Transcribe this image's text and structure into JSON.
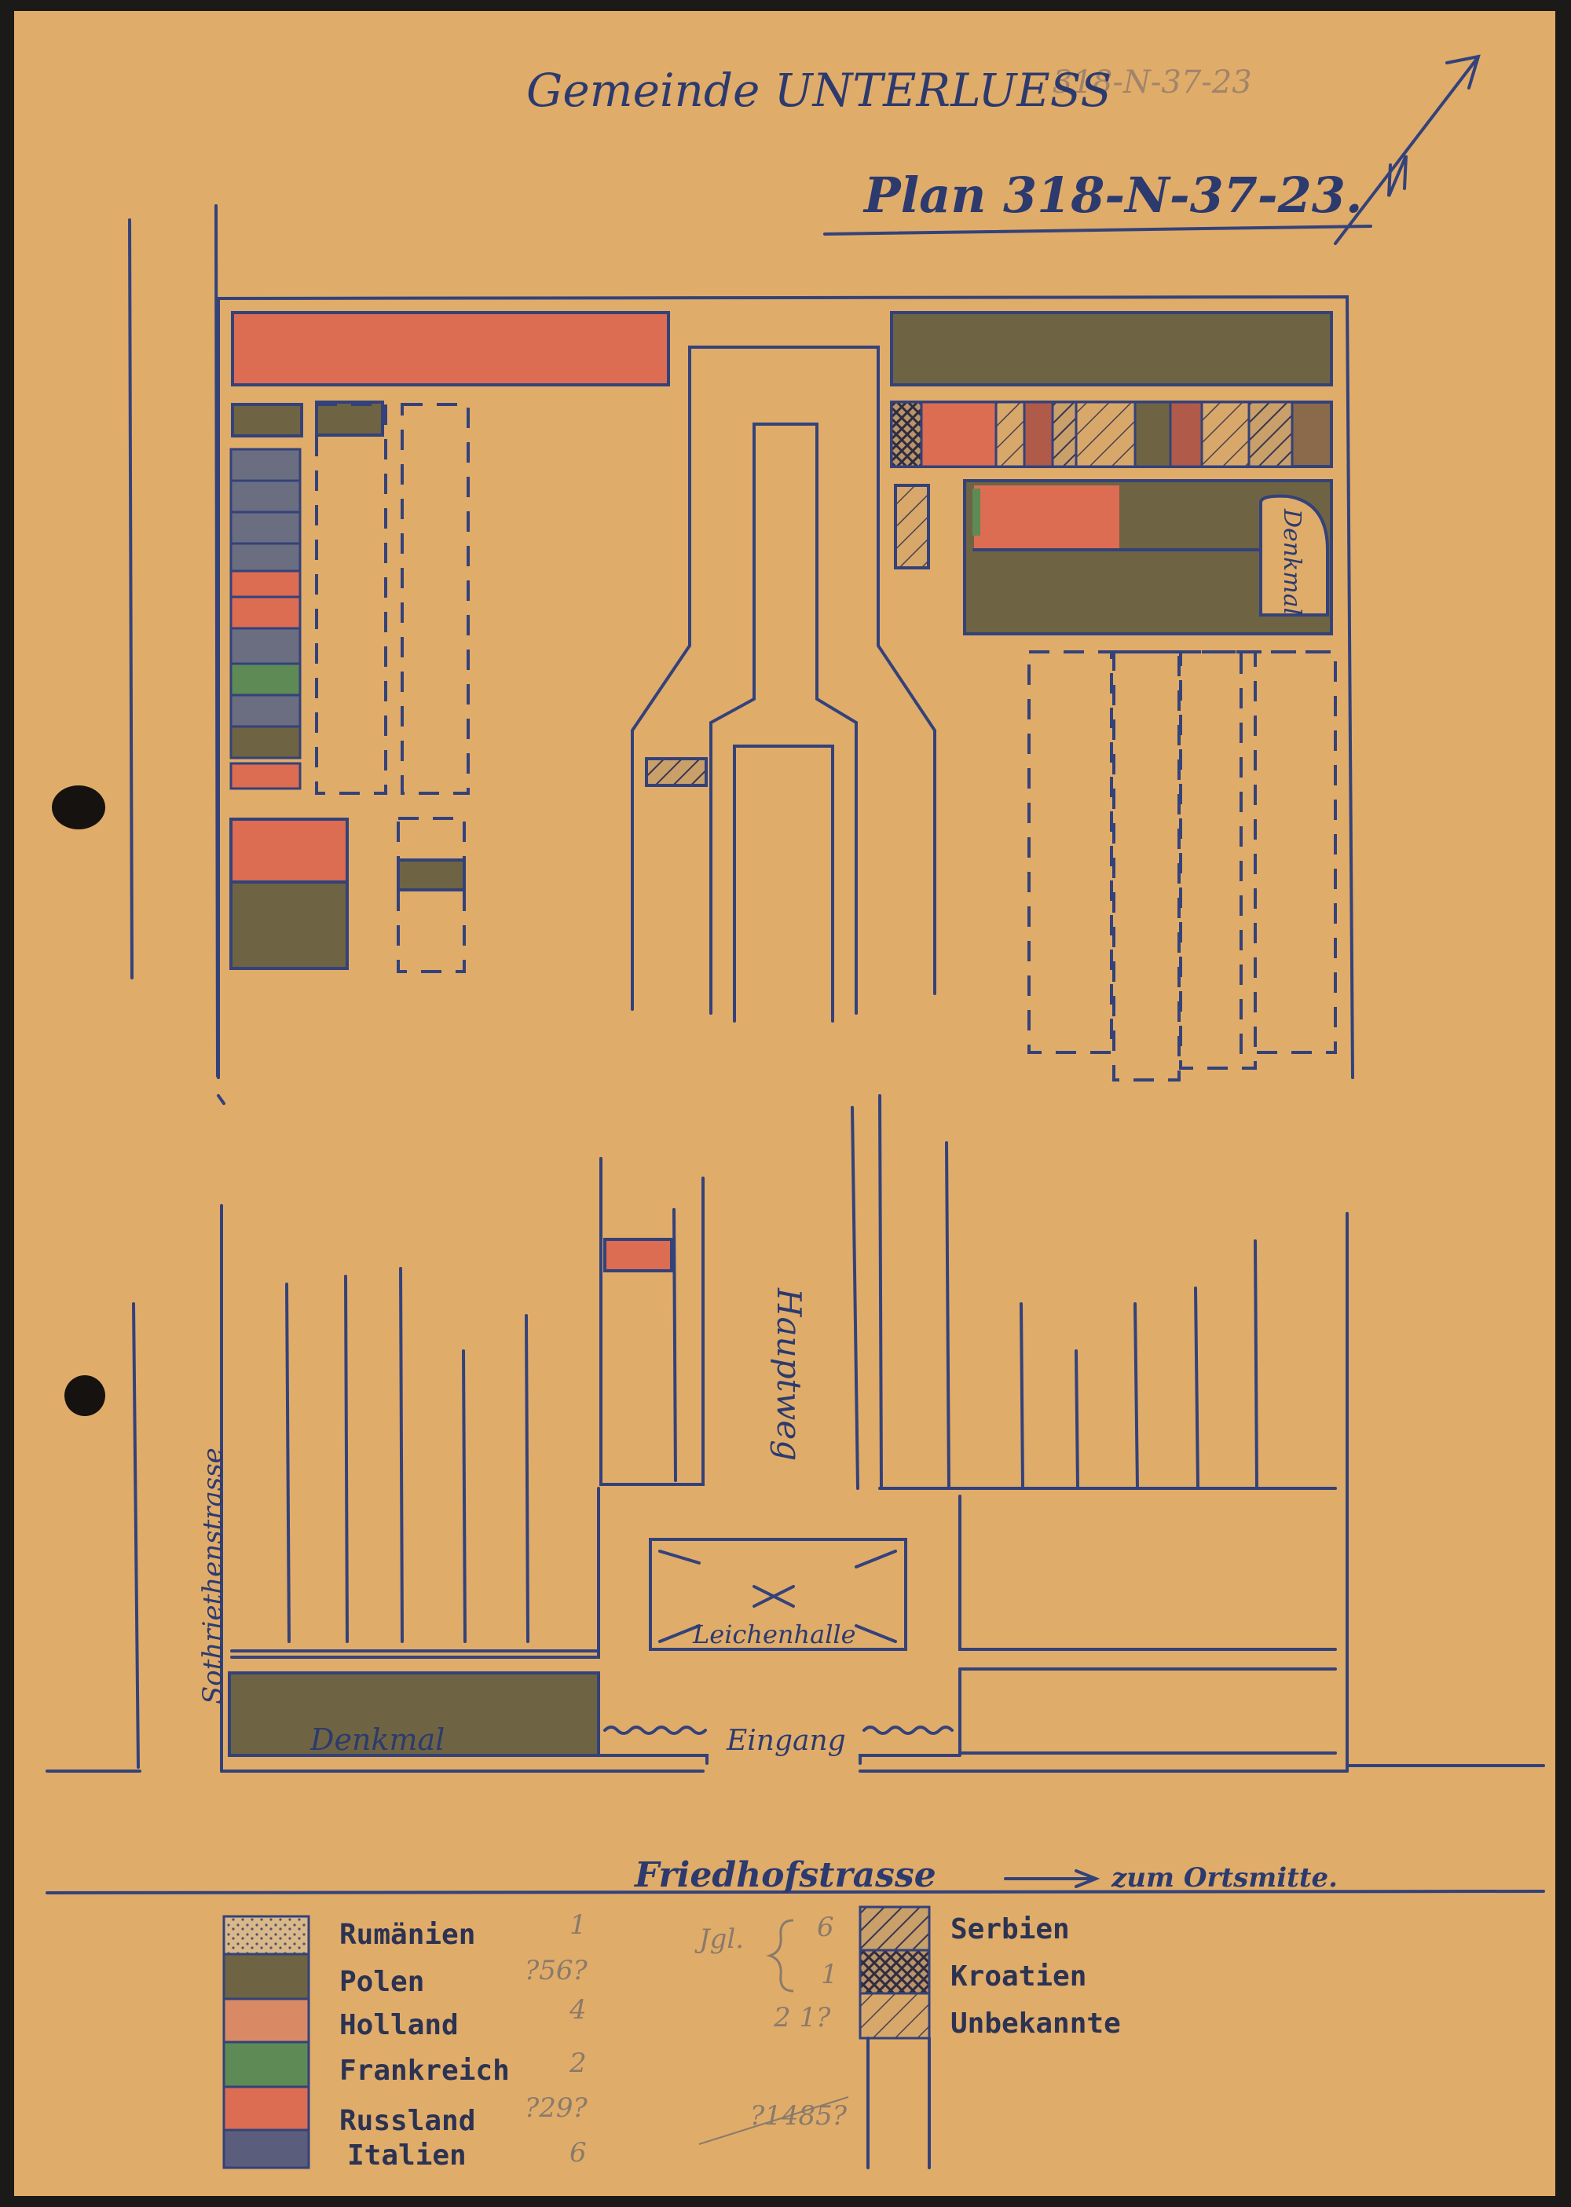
{
  "header": {
    "municipality": "Gemeinde UNTERLUESS",
    "faint_ref": "318-N-37-23",
    "plan_number": "Plan 318-N-37-23."
  },
  "map_labels": {
    "north_arrow": "N",
    "monument_top": "Denkmal",
    "main_path": "Hauptweg",
    "hall": "Leichenhalle",
    "monument_bottom": "Denkmal",
    "entrance": "Eingang",
    "side_street": "Sothriethenstrasse",
    "cemetery_street": "Friedhofstrasse",
    "to_center": "zum Ortsmitte."
  },
  "legend": {
    "left": [
      {
        "label": "Rumänien",
        "count": "1",
        "swatch": "stipple"
      },
      {
        "label": "Polen",
        "count": "?56?",
        "swatch": "#6e6443"
      },
      {
        "label": "Holland",
        "count": "4",
        "swatch": "#d98a65"
      },
      {
        "label": "Frankreich",
        "count": "2",
        "swatch": "#5e8a55"
      },
      {
        "label": "Russland",
        "count": "?29?",
        "swatch": "#dc6c52"
      },
      {
        "label": "Italien",
        "count": "6",
        "swatch": "#5a5e7c"
      }
    ],
    "right": [
      {
        "label": "Serbien",
        "count": "6",
        "swatch": "hatch-dense"
      },
      {
        "label": "Kroatien",
        "count": "1",
        "swatch": "crosshatch"
      },
      {
        "label": "Unbekannte",
        "count": "2 1?",
        "swatch": "hatch-light"
      }
    ],
    "bracket_note": "Jgl.",
    "total": "?1485?"
  },
  "colors": {
    "paper": "#e0ac6a",
    "ink": "#34427a",
    "red": "#dc6c52",
    "olive": "#6e6443",
    "gray_blue": "#6a6e80",
    "green": "#5e8a55"
  }
}
